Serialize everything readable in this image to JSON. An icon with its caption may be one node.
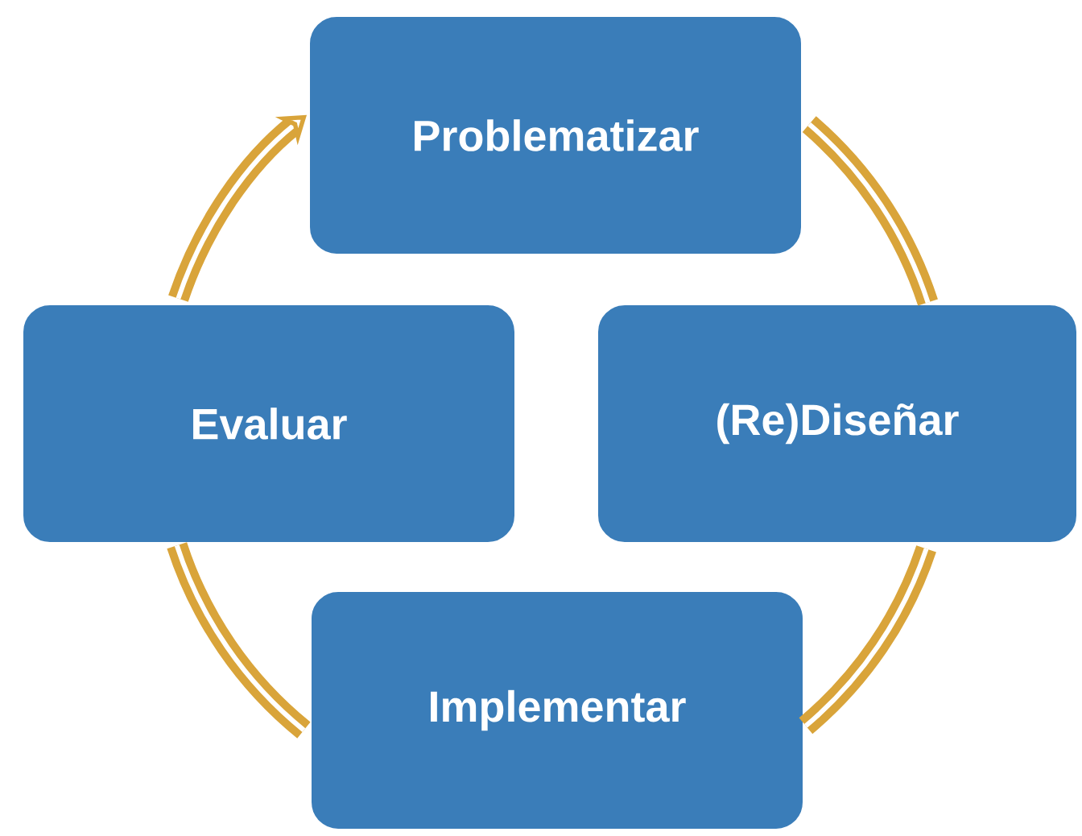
{
  "diagram": {
    "nodes": [
      {
        "text": [
          "Problematizar"
        ]
      },
      {
        "text": [
          "(Re)Diseñar"
        ]
      },
      {
        "text": [
          "Implementar"
        ]
      },
      {
        "text": [
          "Evaluar"
        ]
      }
    ],
    "edges": [
      {
        "from": 0,
        "to": 1,
        "arrow": "none"
      },
      {
        "from": 1,
        "to": 2,
        "arrow": "none"
      },
      {
        "from": 2,
        "to": 3,
        "arrow": "none"
      },
      {
        "from": 3,
        "to": 0,
        "arrow": "to"
      }
    ]
  }
}
